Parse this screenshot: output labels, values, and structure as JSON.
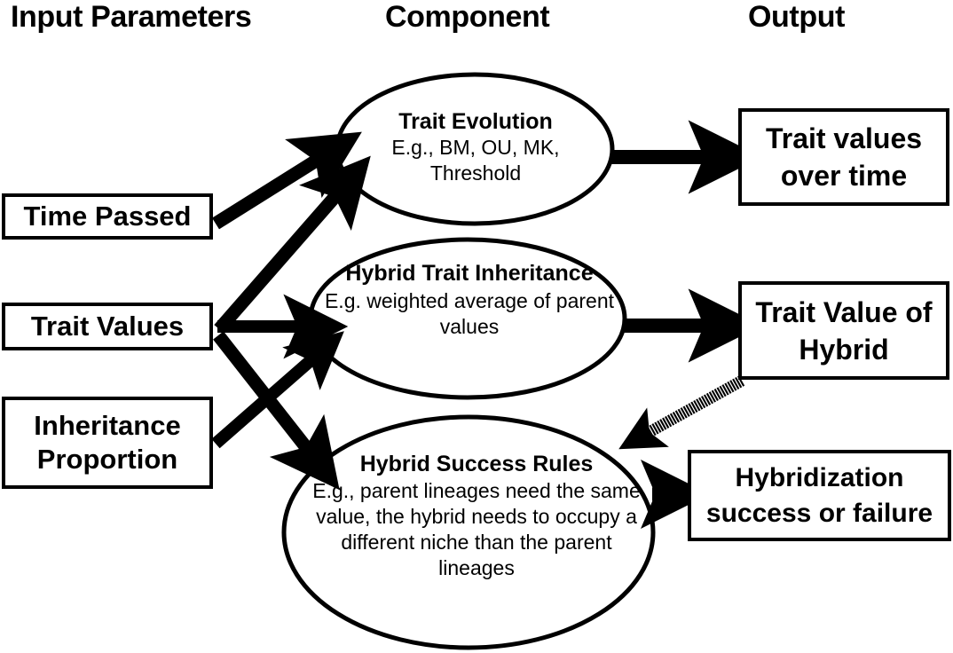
{
  "headers": {
    "input": "Input Parameters",
    "component": "Component",
    "output": "Output"
  },
  "inputs": [
    {
      "id": "time-passed",
      "label": "Time Passed"
    },
    {
      "id": "trait-values",
      "label": "Trait Values"
    },
    {
      "id": "inheritance-proportion",
      "label": "Inheritance Proportion"
    }
  ],
  "components": [
    {
      "id": "trait-evolution",
      "title": "Trait Evolution",
      "subtitle": "E.g., BM, OU, MK, Threshold"
    },
    {
      "id": "hybrid-trait-inheritance",
      "title": "Hybrid Trait Inheritance",
      "subtitle": "E.g. weighted average of parent values"
    },
    {
      "id": "hybrid-success-rules",
      "title": "Hybrid Success Rules",
      "subtitle": "E.g., parent lineages need the same value, the hybrid needs to occupy a different niche than the parent lineages"
    }
  ],
  "outputs": [
    {
      "id": "trait-values-over-time",
      "label": "Trait values over time"
    },
    {
      "id": "trait-value-of-hybrid",
      "label": "Trait Value of Hybrid"
    },
    {
      "id": "hybridization-success-or-failure",
      "label": "Hybridization success or failure"
    }
  ],
  "colors": {
    "stroke": "#000000",
    "background": "#ffffff",
    "text": "#000000"
  },
  "connections": [
    {
      "from": "time-passed",
      "to": "trait-evolution",
      "style": "solid-thick"
    },
    {
      "from": "trait-values",
      "to": "trait-evolution",
      "style": "solid-thick"
    },
    {
      "from": "trait-values",
      "to": "hybrid-trait-inheritance",
      "style": "solid-thick"
    },
    {
      "from": "trait-values",
      "to": "hybrid-success-rules",
      "style": "solid-thick"
    },
    {
      "from": "inheritance-proportion",
      "to": "hybrid-trait-inheritance",
      "style": "solid-thick"
    },
    {
      "from": "trait-evolution",
      "to": "trait-values-over-time",
      "style": "solid-thick"
    },
    {
      "from": "hybrid-trait-inheritance",
      "to": "trait-value-of-hybrid",
      "style": "solid-thick"
    },
    {
      "from": "hybrid-success-rules",
      "to": "hybridization-success-or-failure",
      "style": "solid-thick"
    },
    {
      "from": "trait-value-of-hybrid",
      "to": "hybrid-success-rules",
      "style": "dashed"
    }
  ]
}
